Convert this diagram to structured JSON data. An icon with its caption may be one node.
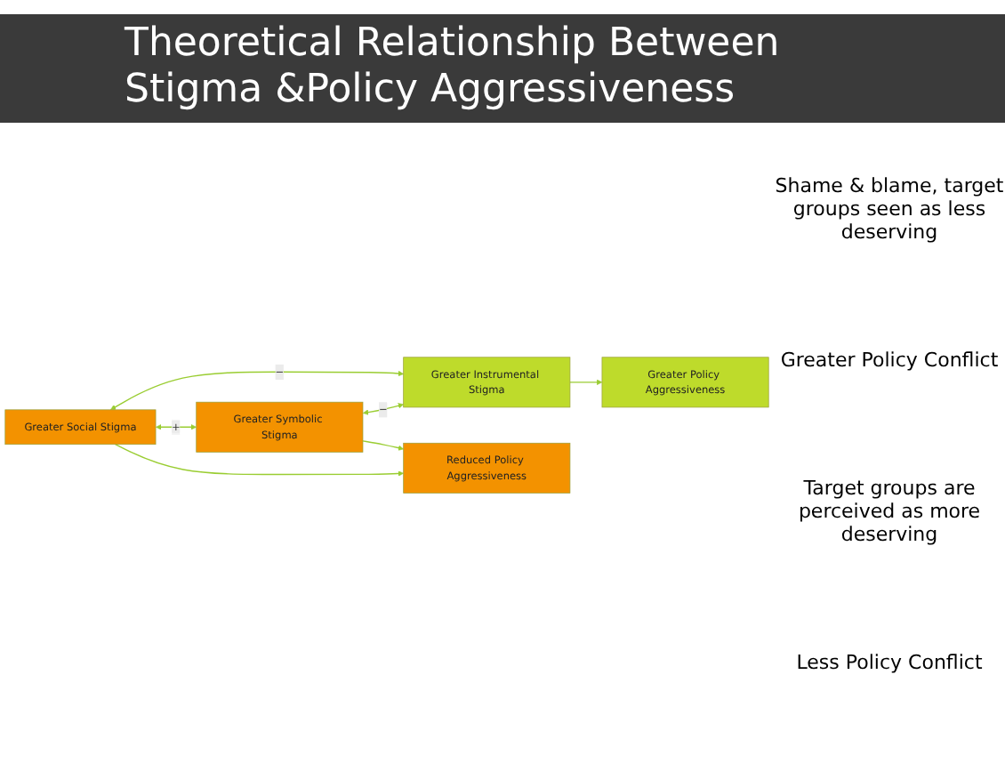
{
  "diagram": {
    "title": "Theoretical Relationship Between Stigma &Policy Aggressiveness",
    "nodes": [
      {
        "text": [
          "Greater Social Stigma"
        ]
      },
      {
        "text": [
          "Greater Symbolic Stigma"
        ]
      },
      {
        "text": [
          "Greater Instrumental Stigma"
        ]
      },
      {
        "text": [
          "Reduced Policy Aggressiveness"
        ]
      },
      {
        "text": [
          "Greater Policy Aggressiveness"
        ]
      }
    ],
    "edges": [
      {
        "from": 0,
        "to": 1,
        "arrow": "both",
        "label": "+"
      },
      {
        "from": 1,
        "to": 2,
        "arrow": "both",
        "label": "−"
      },
      {
        "from": 0,
        "to": 2,
        "arrow": "both",
        "label": "−"
      },
      {
        "from": 0,
        "to": 3,
        "arrow": "to"
      },
      {
        "from": 1,
        "to": 3,
        "arrow": "to"
      },
      {
        "from": 2,
        "to": 4,
        "arrow": "to"
      }
    ],
    "labels": [
      "Shame & blame, target groups seen as less deserving",
      "Greater Policy Conflict",
      "Target groups are perceived as more deserving",
      "Less Policy Conflict"
    ]
  }
}
